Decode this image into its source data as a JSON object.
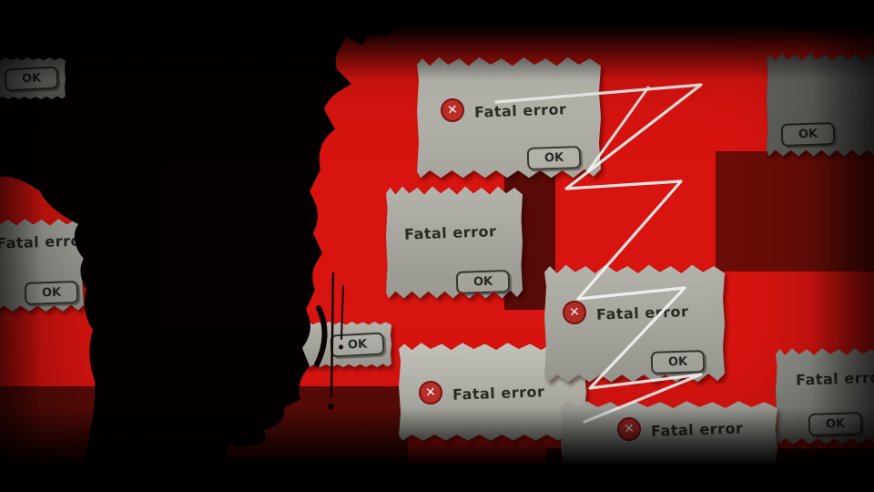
{
  "scene": {
    "kind": "stylized video frame with error dialogs and character silhouette",
    "colors": {
      "background_red": "#d81410",
      "background_dark_red": "#5e0b07",
      "letterbox_black": "#000000",
      "dialog_gray": "#b5b5ad",
      "dialog_text": "#2e2e28",
      "error_icon_red": "#c1302a",
      "error_icon_x": "#ffffff",
      "scrawl_white": "#f2f2f0"
    },
    "icons": [
      "error-x-circle-icon",
      "person-silhouette",
      "handwritten-scrawl"
    ]
  },
  "dialogs": [
    {
      "id": "top-left-fragment",
      "ok": "OK"
    },
    {
      "id": "top-center",
      "title": "Fatal error",
      "ok": "OK"
    },
    {
      "id": "mid-left",
      "title": "Fatal error",
      "ok": "OK"
    },
    {
      "id": "left-edge",
      "title": "Fatal error",
      "ok": "OK"
    },
    {
      "id": "center-fragment",
      "ok": "OK"
    },
    {
      "id": "bottom-center",
      "title": "Fatal error"
    },
    {
      "id": "mid-right",
      "title": "Fatal error",
      "ok": "OK"
    },
    {
      "id": "top-right-dark",
      "ok": "OK"
    },
    {
      "id": "bottom-right",
      "title": "Fatal error",
      "ok": "OK"
    },
    {
      "id": "bottom-center-right",
      "title": "Fatal error"
    }
  ]
}
